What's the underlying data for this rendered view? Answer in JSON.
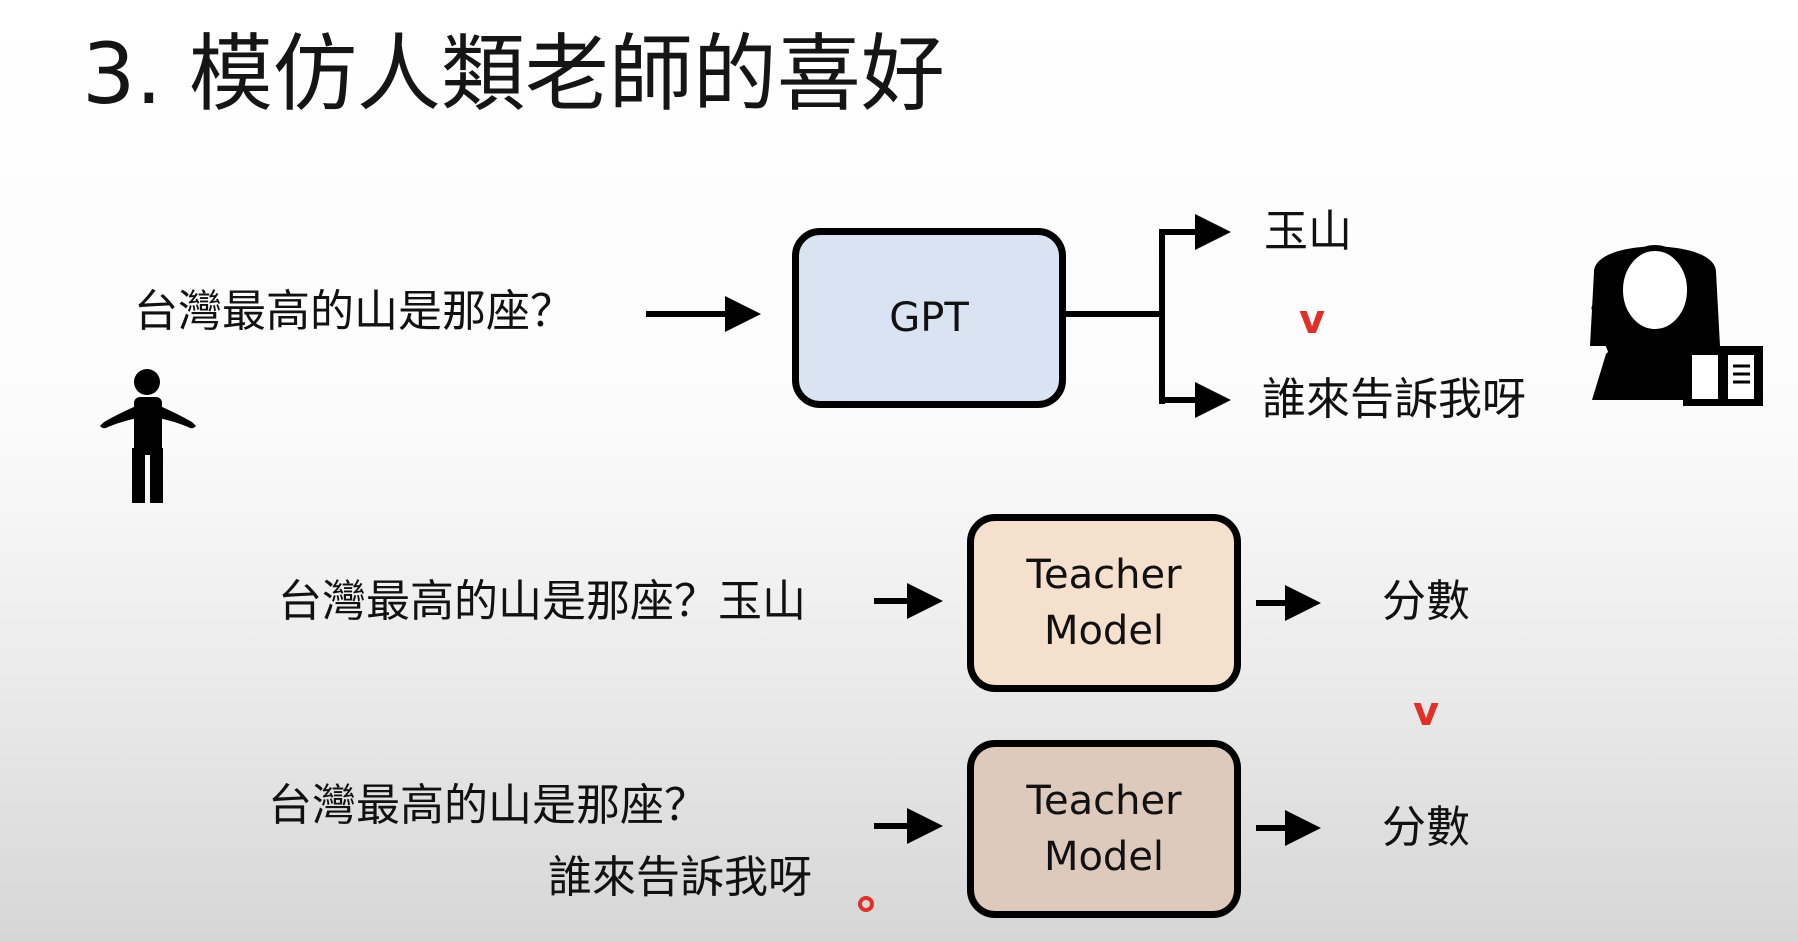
{
  "slide": {
    "title": "3. 模仿人類老師的喜好",
    "question_1": "台灣最高的山是那座？",
    "gpt_label": "GPT",
    "answer_good": "玉山",
    "answer_bad": "誰來告訴我呀",
    "compare_top": "v",
    "row_1_input": "台灣最高的山是那座？玉山",
    "teacher_line_1": "Teacher",
    "teacher_line_2": "Model",
    "score_label": "分數",
    "compare_scores": "v",
    "row_2_input_line_1": "台灣最高的山是那座？",
    "row_2_input_line_2": "誰來告訴我呀"
  },
  "colors": {
    "gpt_box": "#d9e3f2",
    "teacher_box_1": "#f5dfcd",
    "teacher_box_2": "#ddcabd",
    "compare_mark": "#e0302a",
    "cursor_dot": "#e0302a"
  },
  "icons": [
    "person-shrugging-icon",
    "teacher-with-pointer-and-book-icon",
    "cursor-dot-icon"
  ]
}
